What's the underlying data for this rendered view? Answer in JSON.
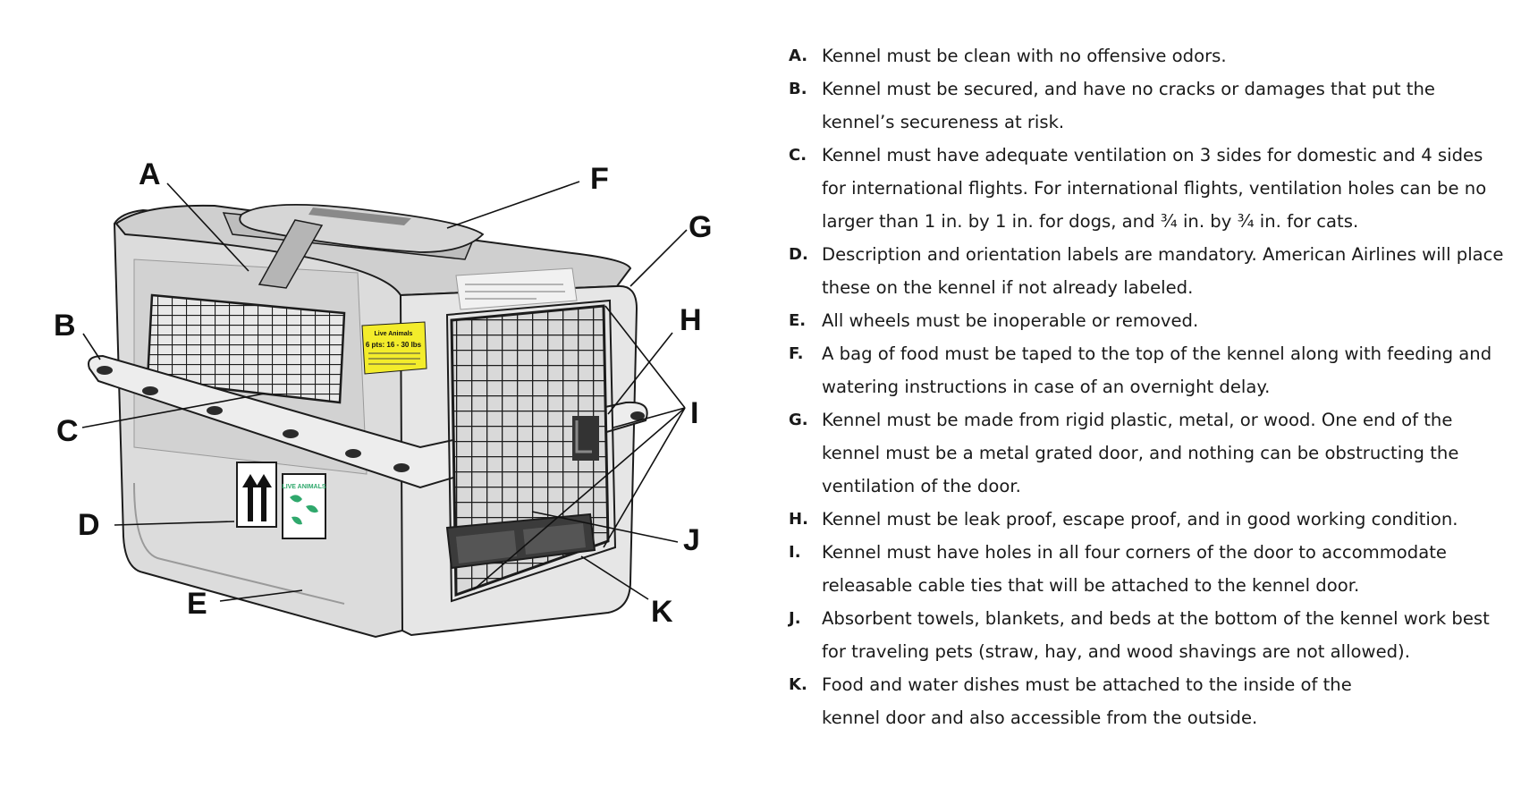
{
  "diagram": {
    "callouts": [
      "A",
      "B",
      "C",
      "D",
      "E",
      "F",
      "G",
      "H",
      "I",
      "J",
      "K"
    ],
    "labels": {
      "live_animals_title": "Live Animals",
      "live_animals_weight": "6 pts: 16 - 30 lbs",
      "orientation_sticker": "LIVE ANIMALS"
    },
    "colors": {
      "kennel_body": "#dcdcdc",
      "kennel_top": "#c9c9c9",
      "outline": "#1c1c1c",
      "warning_label": "#f3ec2b",
      "animal_label": "#2fa86c"
    }
  },
  "requirements": [
    {
      "letter": "A.",
      "text": "Kennel must be clean with no offensive odors."
    },
    {
      "letter": "B.",
      "text": "Kennel must be secured, and have no cracks or damages that put the kennel’s secureness at risk."
    },
    {
      "letter": "C.",
      "text": "Kennel must have adequate ventilation on 3 sides for domestic and 4 sides for international flights. For international flights, ventilation holes can be no larger than 1 in. by 1 in. for dogs, and ¾ in. by ¾ in. for cats."
    },
    {
      "letter": "D.",
      "text": "Description and orientation labels are mandatory. American Airlines will place these on the kennel if not already labeled."
    },
    {
      "letter": "E.",
      "text": "All wheels must be inoperable or removed."
    },
    {
      "letter": "F.",
      "text": "A bag of food must be taped to the top of the kennel along with feeding and watering instructions in case of an overnight delay."
    },
    {
      "letter": "G.",
      "text": "Kennel must be made from rigid plastic, metal, or wood. One end of the kennel must be a metal grated door, and nothing can be obstructing the ventilation of the door."
    },
    {
      "letter": "H.",
      "text": "Kennel must be leak proof, escape proof, and in good working condition."
    },
    {
      "letter": "I.",
      "text": "Kennel must have holes in all four corners of the door to accommodate releasable cable ties that will be attached to the kennel door."
    },
    {
      "letter": "J.",
      "text": "Absorbent towels, blankets, and beds at the bottom of the kennel work best for traveling pets (straw, hay, and wood shavings are not allowed)."
    },
    {
      "letter": "K.",
      "text": "Food and water dishes must be attached to the inside of the kennel door and also accessible from the outside."
    }
  ]
}
